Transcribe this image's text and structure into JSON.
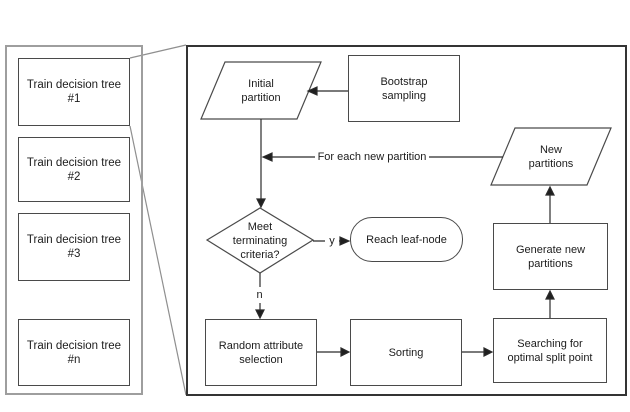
{
  "page": {
    "background": "#ffffff",
    "line_color": "#2b2b2b",
    "box_border_color": "#4a4a4a",
    "panel_border_color": "#9e9e9e"
  },
  "left_panel": {
    "items": [
      "Train decision tree\n#1",
      "Train decision tree\n#2",
      "Train decision tree\n#3",
      "Train decision tree\n#n"
    ]
  },
  "flowchart": {
    "initial_partition": "Initial\npartition",
    "bootstrap_sampling": "Bootstrap\nsampling",
    "new_partitions": "New\npartitions",
    "decision": "Meet\nterminating\ncriteria?",
    "reach_leaf_node": "Reach leaf-node",
    "random_attribute_selection": "Random attribute\nselection",
    "sorting": "Sorting",
    "searching_optimal_split_point": "Searching for\noptimal split point",
    "generate_new_partitions": "Generate new\npartitions",
    "labels": {
      "for_each_new_partition": "For each new partition",
      "yes": "y",
      "no": "n"
    }
  }
}
